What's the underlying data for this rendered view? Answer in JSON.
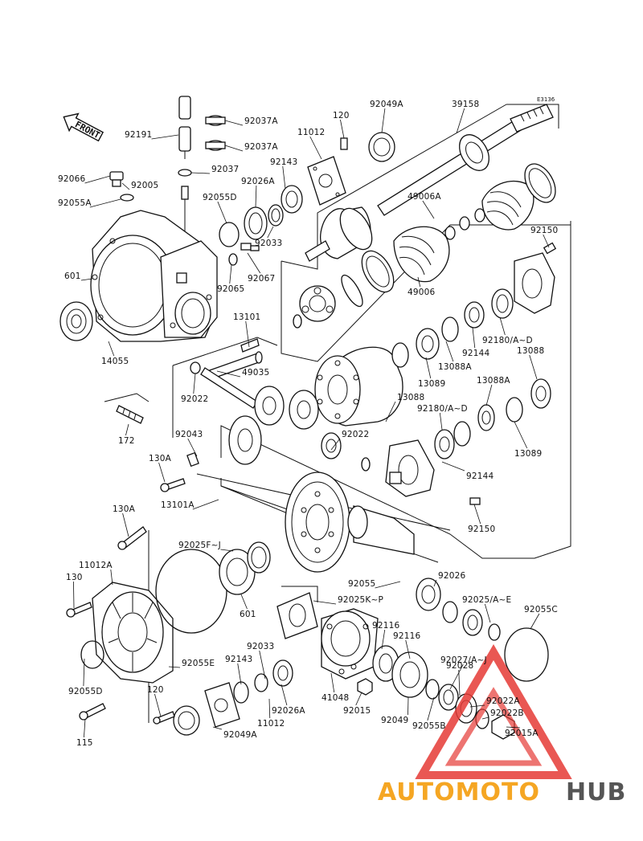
{
  "diagram_code": "E3136",
  "front_tag": "FRONT",
  "watermark": {
    "part1": "AUTOMOTO",
    "part2": "HUB",
    "color1": "#f5a623",
    "color2": "#555555",
    "triangle_color": "#e53935"
  },
  "parts": [
    "39158",
    "92049A",
    "120",
    "11012",
    "92143",
    "92037A",
    "92037A",
    "92191",
    "92037",
    "92066",
    "92005",
    "92055A",
    "92026A",
    "92055D",
    "92033",
    "49006A",
    "49006",
    "601",
    "92065",
    "92067",
    "92150",
    "14055",
    "13101",
    "49035",
    "92180/A~D",
    "92144",
    "13088A",
    "13088",
    "13089",
    "13088",
    "13088A",
    "92022",
    "172",
    "92022",
    "92180/A~D",
    "92043",
    "13089",
    "130A",
    "92144",
    "13101A",
    "92150",
    "130A",
    "92025F~J",
    "92055",
    "92026",
    "11012A",
    "92025K~P",
    "92025/A~E",
    "92055C",
    "130",
    "601",
    "92116",
    "92116",
    "92033",
    "92027/A~J",
    "92055E",
    "92143",
    "92028",
    "92055D",
    "120",
    "41048",
    "92022A",
    "92026A",
    "92015",
    "92049",
    "92055B",
    "92022B",
    "115",
    "11012",
    "92049A",
    "92015A"
  ]
}
